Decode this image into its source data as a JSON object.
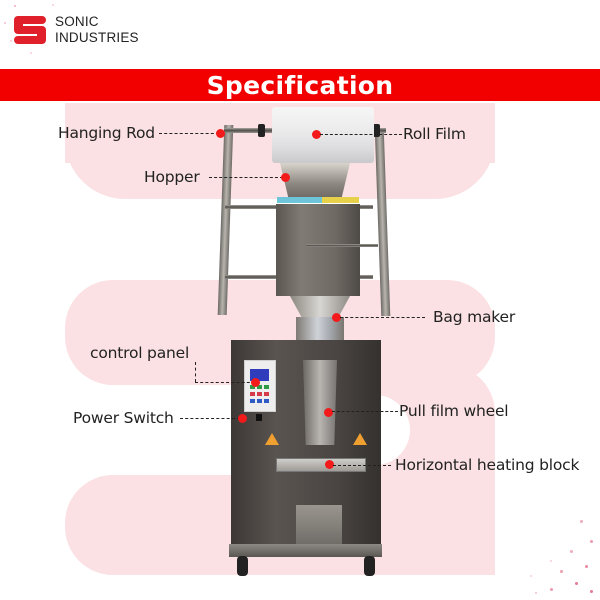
{
  "brand": {
    "name_line1": "SONIC",
    "name_line2": "INDUSTRIES",
    "logo_color": "#e0202a"
  },
  "banner": {
    "title": "Specification",
    "color": "#f20000"
  },
  "diagram": {
    "subject": "Vertical form-fill-seal packing machine",
    "callouts": [
      {
        "id": "hanging-rod",
        "label": "Hanging Rod",
        "side": "left"
      },
      {
        "id": "roll-film",
        "label": "Roll Film",
        "side": "right"
      },
      {
        "id": "hopper",
        "label": "Hopper",
        "side": "left"
      },
      {
        "id": "bag-maker",
        "label": "Bag maker",
        "side": "right"
      },
      {
        "id": "control-panel",
        "label": "control panel",
        "side": "left"
      },
      {
        "id": "power-switch",
        "label": "Power Switch",
        "side": "left"
      },
      {
        "id": "pull-film-wheel",
        "label": "Pull film wheel",
        "side": "right"
      },
      {
        "id": "horizontal-heating-block",
        "label": "Horizontal heating block",
        "side": "right"
      }
    ],
    "marker_color": "#f21a1a",
    "background_shape_color": "#fbe1e3"
  }
}
